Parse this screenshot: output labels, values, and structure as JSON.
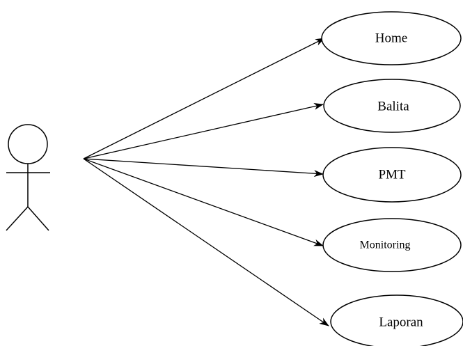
{
  "diagram": {
    "type": "use-case",
    "actor": {
      "label": ""
    },
    "use_cases": [
      {
        "label": "Home"
      },
      {
        "label": "Balita"
      },
      {
        "label": "PMT"
      },
      {
        "label": "Monitoring"
      },
      {
        "label": "Laporan"
      }
    ]
  }
}
